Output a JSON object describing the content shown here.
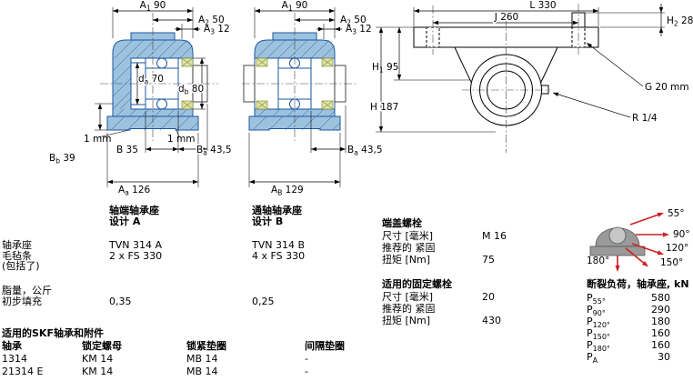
{
  "colors": {
    "housing_fill": "#9dc2de",
    "housing_stroke": "#1b57a0",
    "seal_fill": "#dde3a8",
    "arrow_red": "#cc2222",
    "mini_housing_fill": "#9a9a9a",
    "mini_bore_fill": "#c6c6c6"
  },
  "drawings": {
    "design_a": {
      "dims": {
        "a1": {
          "p": "A",
          "s": "1",
          "v": " 90"
        },
        "a2": {
          "p": "A",
          "s": "2",
          "v": " 50"
        },
        "a3": {
          "p": "A",
          "s": "3",
          "v": " 12"
        },
        "da": {
          "p": "d",
          "s": "a",
          "v": " 70"
        },
        "db": {
          "p": "d",
          "s": "b",
          "v": " 80"
        },
        "gap_left": {
          "p": "",
          "s": "",
          "v": "1 mm"
        },
        "gap_right": {
          "p": "",
          "s": "",
          "v": "1 mm"
        },
        "b": {
          "p": "B",
          "s": "",
          "v": " 35"
        },
        "ba": {
          "p": "B",
          "s": "a",
          "v": " 43,5"
        },
        "bb": {
          "p": "B",
          "s": "b",
          "v": " 39"
        },
        "aa": {
          "p": "A",
          "s": "a",
          "v": " 126"
        }
      }
    },
    "design_b": {
      "dims": {
        "a1": {
          "p": "A",
          "s": "1",
          "v": " 90"
        },
        "a2": {
          "p": "A",
          "s": "2",
          "v": " 50"
        },
        "a3": {
          "p": "A",
          "s": "3",
          "v": " 12"
        },
        "ba": {
          "p": "B",
          "s": "a",
          "v": " 43,5"
        },
        "ab": {
          "p": "A",
          "s": "B",
          "v": " 129"
        }
      }
    },
    "side_view": {
      "dims": {
        "l": {
          "p": "L",
          "s": "",
          "v": " 330"
        },
        "j": {
          "p": "J",
          "s": "",
          "v": " 260"
        },
        "h2": {
          "p": "H",
          "s": "2",
          "v": " 28"
        },
        "h1": {
          "p": "H",
          "s": "1",
          "v": " 95"
        },
        "h": {
          "p": "H",
          "s": "",
          "v": " 187"
        },
        "g": {
          "p": "G",
          "s": "",
          "v": " 20 mm"
        },
        "r": {
          "p": "R",
          "s": "",
          "v": " 1/4"
        }
      }
    },
    "load_directions": {
      "angles": [
        "55°",
        "90°",
        "120°",
        "150°",
        "180°"
      ]
    }
  },
  "specs": {
    "row_labels": {
      "housing": "轴承座",
      "felt": "毛毡条",
      "felt_note": "(包括了)",
      "grease": "脂量，公斤",
      "grease_note": "初步填充"
    },
    "design_a": {
      "header_line1": "轴端轴承座",
      "header_line2": "设计 A",
      "housing": "TVN 314 A",
      "felt": "2 x FS 330",
      "grease": "0,35"
    },
    "design_b": {
      "header_line1": "通轴轴承座",
      "header_line2": "设计 B",
      "housing": "TVN 314 B",
      "felt": "4 x FS 330",
      "grease": "0,25"
    },
    "cap_bolts": {
      "title": "端盖螺栓",
      "size_label": "尺寸 [毫米]",
      "size_value": "M 16",
      "torque_label_line1": "推荐的 紧固",
      "torque_label_line2": "扭矩 [Nm]",
      "torque_value": "75"
    },
    "fixing_bolts": {
      "title": "适用的固定螺栓",
      "size_label": "尺寸 [毫米]",
      "size_value": "20",
      "torque_label_line1": "推荐的 紧固",
      "torque_label_line2": "扭矩 [Nm]",
      "torque_value": "430"
    },
    "breaking_load": {
      "title": "断裂负荷，轴承座, kN",
      "rows": [
        {
          "p": "P",
          "s": "55°",
          "v": "580"
        },
        {
          "p": "P",
          "s": "90°",
          "v": "290"
        },
        {
          "p": "P",
          "s": "120°",
          "v": "180"
        },
        {
          "p": "P",
          "s": "150°",
          "v": "160"
        },
        {
          "p": "P",
          "s": "180°",
          "v": "160"
        },
        {
          "p": "P",
          "s": "A",
          "v": "30"
        }
      ]
    }
  },
  "bearing_table": {
    "title": "适用的SKF轴承和附件",
    "headers": [
      "轴承",
      "锁定螺母",
      "锁紧垫圈",
      "间隔垫圈"
    ],
    "rows": [
      [
        "1314",
        "KM 14",
        "MB 14",
        "-"
      ],
      [
        "21314 E",
        "KM 14",
        "MB 14",
        "-"
      ]
    ]
  }
}
